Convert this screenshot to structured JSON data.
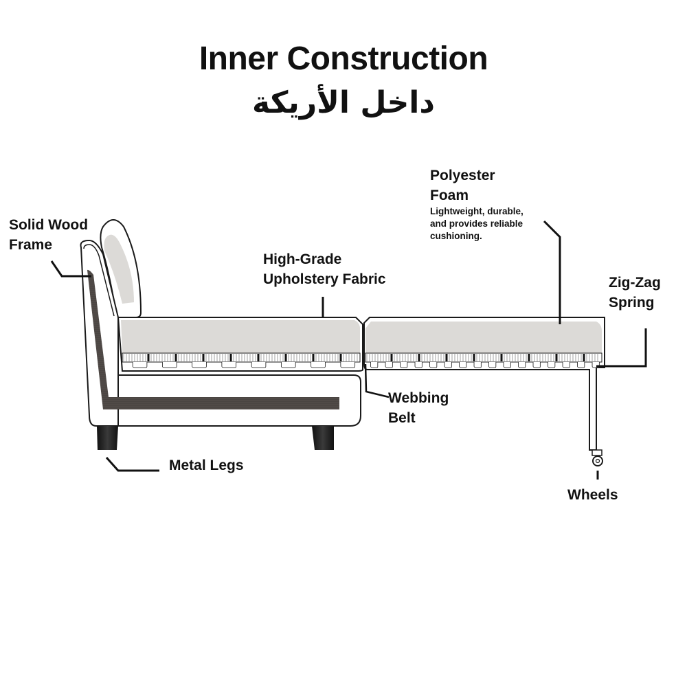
{
  "header": {
    "title": "Inner Construction",
    "subtitle_arabic": "داخل الأريكة"
  },
  "labels": {
    "solid_wood_frame": [
      "Solid Wood",
      "Frame"
    ],
    "high_grade_fabric": [
      "High-Grade",
      "Upholstery Fabric"
    ],
    "polyester_foam": [
      "Polyester",
      "Foam"
    ],
    "polyester_foam_desc": [
      "Lightweight, durable,",
      "and provides reliable",
      "cushioning."
    ],
    "zig_zag_spring": [
      "Zig-Zag",
      "Spring"
    ],
    "webbing_belt": [
      "Webbing",
      "Belt"
    ],
    "metal_legs": "Metal Legs",
    "wheels": "Wheels"
  },
  "colors": {
    "outline": "#1a1a1a",
    "foam": "#dcdad7",
    "wood": "#4a4542",
    "leg": "#1e1e1e"
  }
}
